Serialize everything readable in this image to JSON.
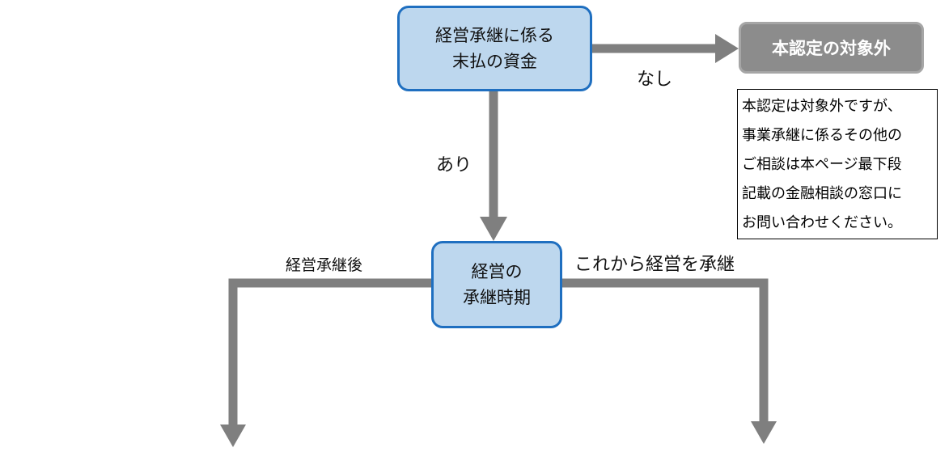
{
  "nodes": {
    "funding_question": {
      "lines": [
        "経営承継に係る",
        "末払の資金"
      ]
    },
    "succession_timing": {
      "lines": [
        "経営の",
        "承継時期"
      ]
    },
    "excluded": {
      "label": "本認定の対象外"
    }
  },
  "note": {
    "lines": [
      "本認定は対象外ですが、",
      "事業承継に係るその他の",
      "ご相談は本ページ最下段",
      "記載の金融相談の窓口に",
      "お問い合わせください。"
    ]
  },
  "edges": {
    "none_label": "なし",
    "yes_label": "あり",
    "after_label": "経営承継後",
    "future_label": "これから経営を承継"
  },
  "colors": {
    "node_fill": "#bdd7ee",
    "node_border": "#1f6fc0",
    "excluded_fill": "#8c8c8c",
    "arrow": "#7f7f7f"
  }
}
